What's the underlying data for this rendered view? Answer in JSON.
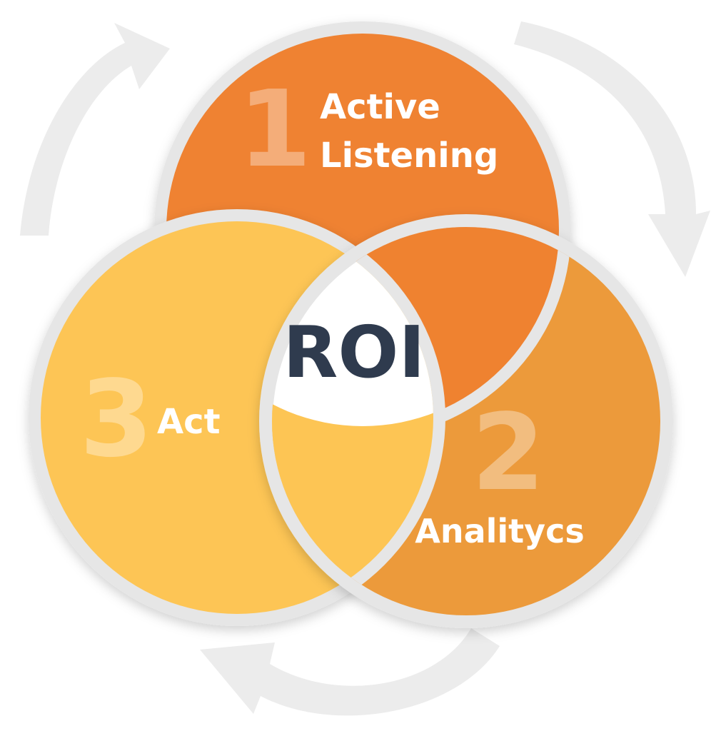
{
  "colors": {
    "step1": "#ef8230",
    "step2": "#ec9a3a",
    "step3": "#fdc554",
    "ring": "#e6e6e6",
    "arrow": "#ececec",
    "center_fill": "#ffffff",
    "center_text": "#2f3b4e",
    "label_text": "#ffffff",
    "number_text": "#ffffff"
  },
  "center": {
    "label": "ROI"
  },
  "steps": [
    {
      "number": "1",
      "label_line1": "Active",
      "label_line2": "Listening"
    },
    {
      "number": "2",
      "label_line1": "Analitycs"
    },
    {
      "number": "3",
      "label_line1": "Act"
    }
  ]
}
